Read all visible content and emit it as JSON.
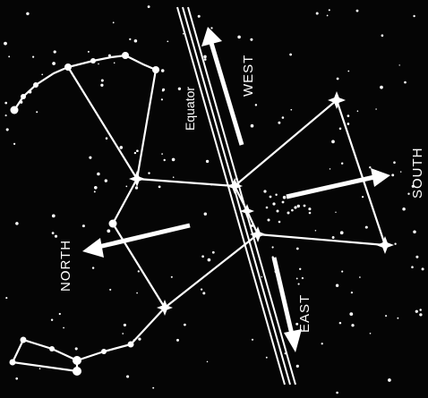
{
  "labels": {
    "equator": "Equator",
    "west": "WEST",
    "east": "EAST",
    "north": "NORTH",
    "south": "SOUTH"
  },
  "colors": {
    "background": "#050505",
    "ink": "#ffffff"
  }
}
